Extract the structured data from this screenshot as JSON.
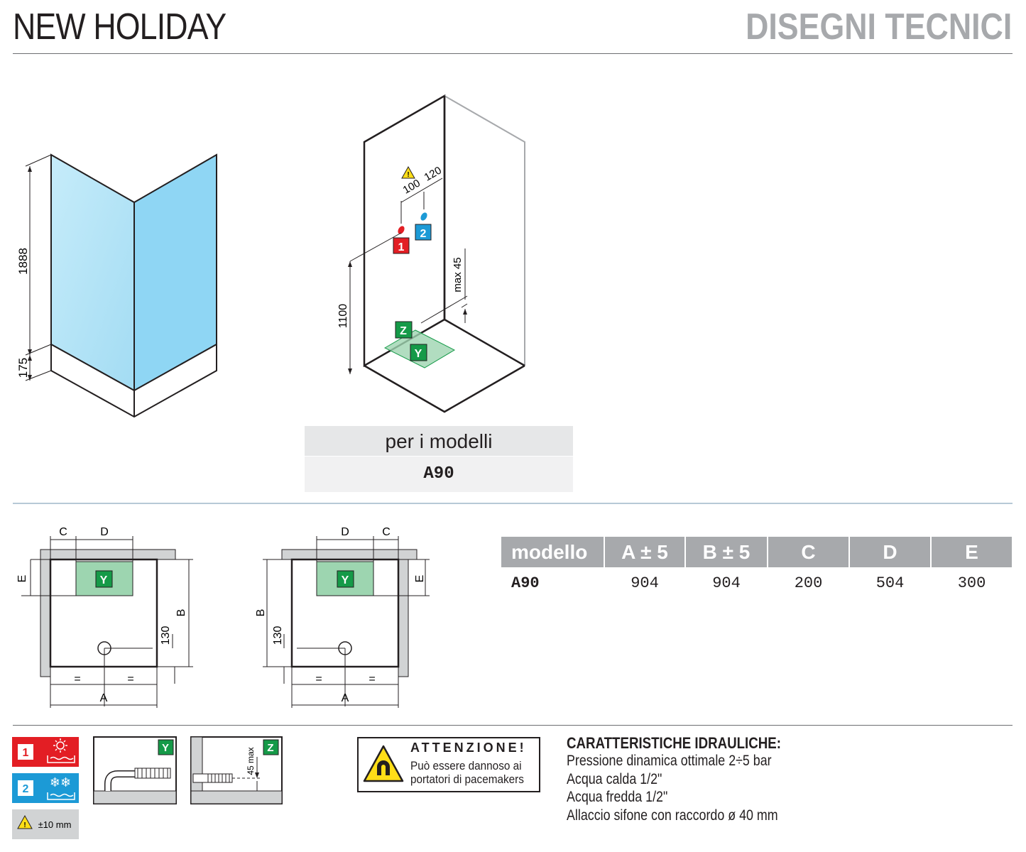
{
  "header": {
    "product": "NEW HOLIDAY",
    "section": "DISEGNI TECNICI"
  },
  "elevation": {
    "height_total": "1888",
    "height_base": "175"
  },
  "iso_view": {
    "dim_left": "100",
    "dim_right": "120",
    "dim_height": "1100",
    "dim_max": "max 45",
    "inlet_hot": "1",
    "inlet_cold": "2",
    "mark_z": "Z",
    "mark_y": "Y"
  },
  "models_box": {
    "heading": "per i modelli",
    "value": "A90"
  },
  "plan_left": {
    "c": "C",
    "d": "D",
    "e": "E",
    "b": "B",
    "a": "A",
    "offset": "130",
    "eq": "=",
    "y": "Y"
  },
  "plan_right": {
    "c": "C",
    "d": "D",
    "e": "E",
    "b": "B",
    "a": "A",
    "offset": "130",
    "eq": "=",
    "y": "Y"
  },
  "spec_table": {
    "headers": [
      "modello",
      "A ± 5",
      "B ± 5",
      "C",
      "D",
      "E"
    ],
    "rows": [
      [
        "A90",
        "904",
        "904",
        "200",
        "504",
        "300"
      ]
    ]
  },
  "legend": {
    "hot_num": "1",
    "cold_num": "2",
    "tolerance": "±10 mm",
    "y_label": "Y",
    "z_label": "Z",
    "z_dim": "45 max"
  },
  "warning": {
    "title": "ATTENZIONE!",
    "line1": "Può essere dannoso ai",
    "line2": "portatori di pacemakers"
  },
  "hydraulics": {
    "title": "CARATTERISTICHE IDRAULICHE:",
    "lines": [
      "Pressione dinamica ottimale 2÷5 bar",
      "Acqua calda 1/2\"",
      "Acqua fredda 1/2\"",
      "Allaccio sifone con raccordo ø 40 mm"
    ]
  },
  "colors": {
    "hot": "#e31e24",
    "cold": "#1c9ad6",
    "green": "#159a48",
    "glass": "#9fdcf5",
    "grey": "#a7a9ac"
  }
}
